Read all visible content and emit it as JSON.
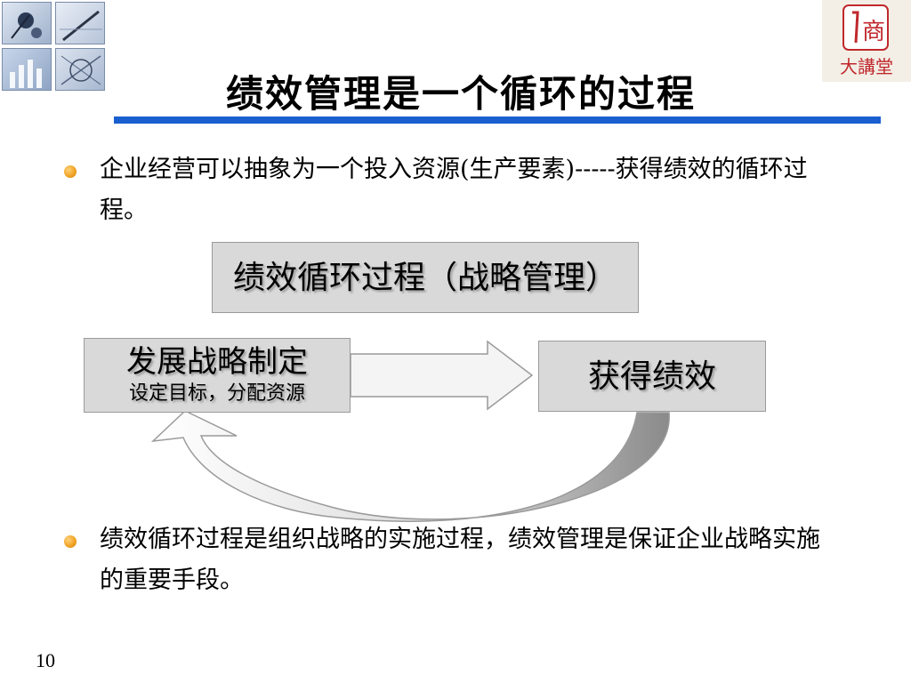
{
  "slide": {
    "title": "绩效管理是一个循环的过程",
    "page_number": "10",
    "bullets": [
      "企业经营可以抽象为一个投入资源(生产要素)-----获得绩效的循环过程。",
      "绩效循环过程是组织战略的实施过程，绩效管理是保证企业战略实施的重要手段。"
    ]
  },
  "diagram": {
    "cycle_box": "绩效循环过程（战略管理）",
    "strategy_box": {
      "main": "发展战略制定",
      "sub": "设定目标，分配资源"
    },
    "result_box": "获得绩效"
  },
  "logo": {
    "text_top": "商",
    "text_bottom": "大講堂"
  },
  "colors": {
    "title_rule": "#1a5fd0",
    "bullet": "#f0a020",
    "box_fill": "#d9d9d9",
    "logo_red": "#c0282c"
  }
}
